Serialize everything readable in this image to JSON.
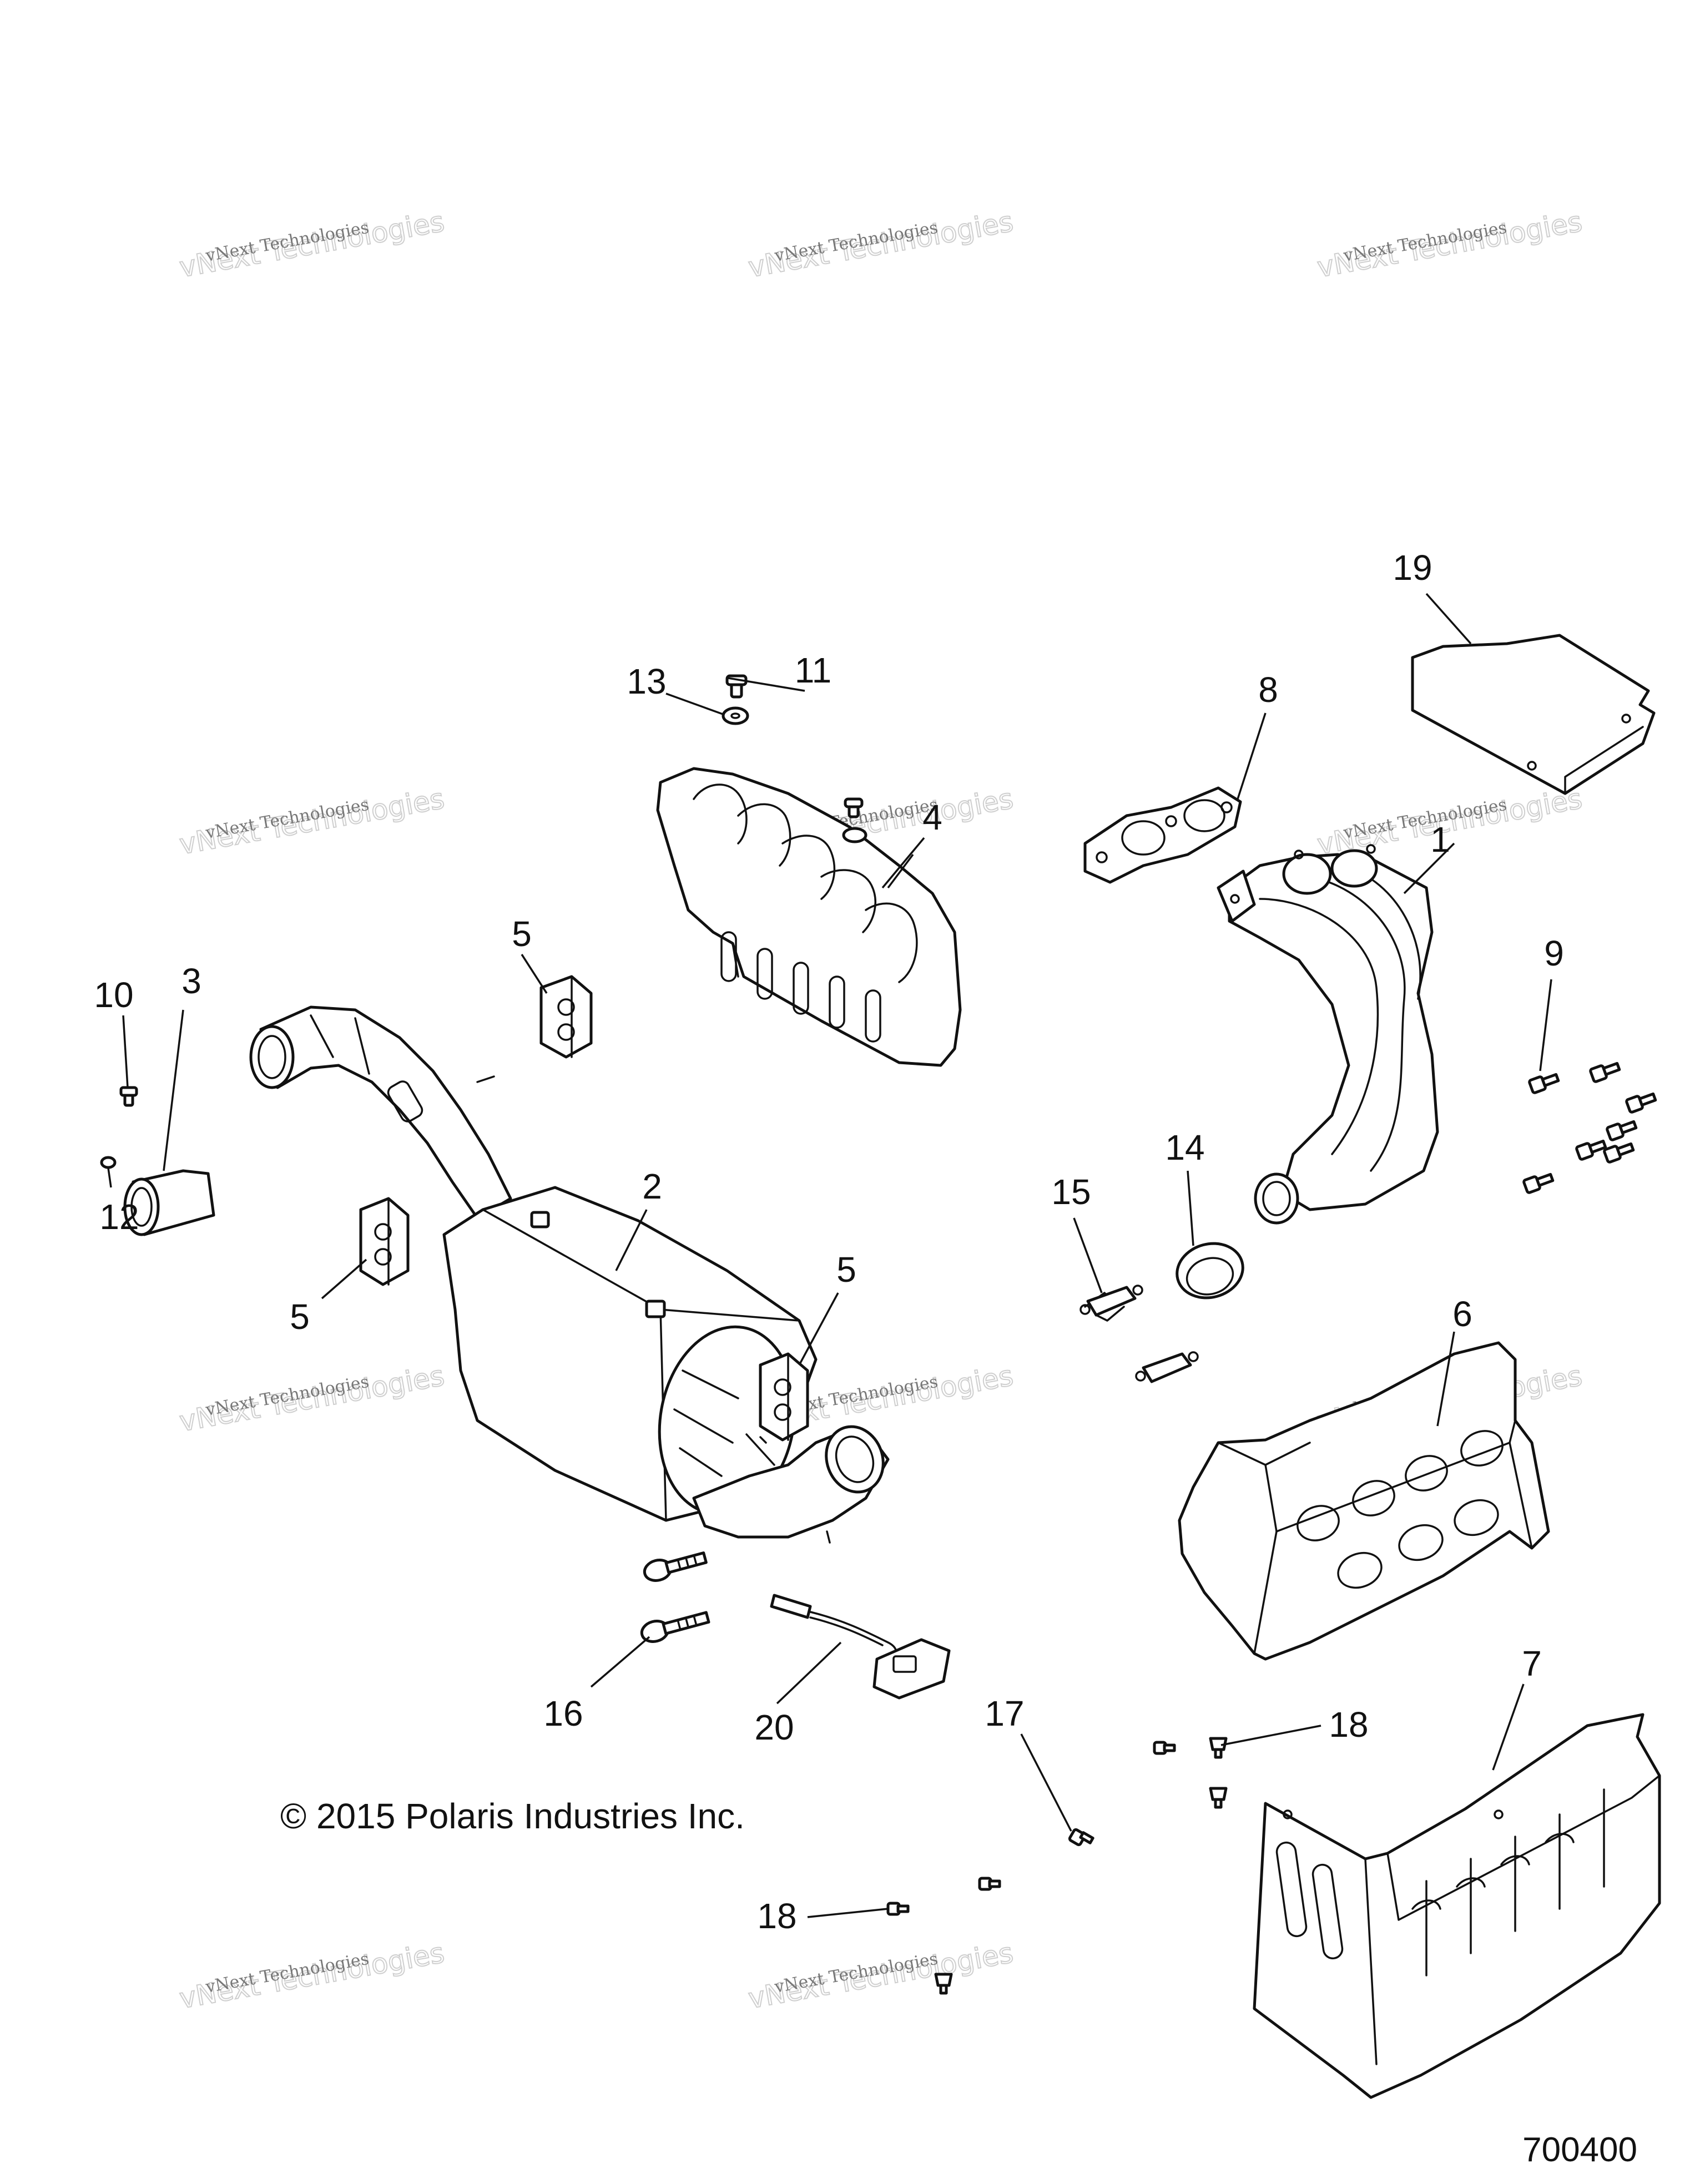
{
  "labels": [
    "1",
    "2",
    "3",
    "4",
    "5",
    "5",
    "5",
    "6",
    "7",
    "8",
    "9",
    "10",
    "11",
    "12",
    "13",
    "14",
    "15",
    "16",
    "17",
    "18",
    "18",
    "19",
    "20"
  ],
  "copyright": "© 2015 Polaris Industries Inc.",
  "drawing_number": "700400",
  "watermark": {
    "line1": "vNext Technologies",
    "line2": "vNext Technologies",
    "color": "#bdbdbd"
  }
}
